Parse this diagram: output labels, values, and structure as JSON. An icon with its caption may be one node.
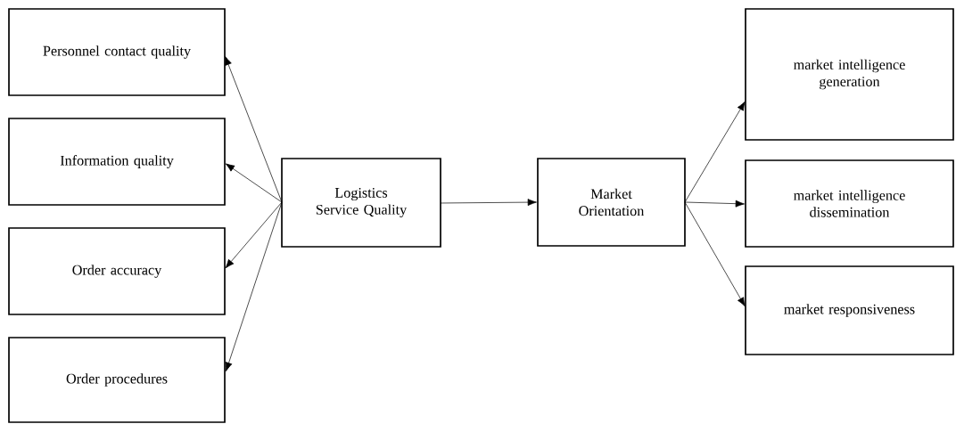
{
  "diagram": {
    "nodes": [
      {
        "text": [
          "Personnel contact quality"
        ]
      },
      {
        "text": [
          "Information quality"
        ]
      },
      {
        "text": [
          "Order accuracy"
        ]
      },
      {
        "text": [
          "Order procedures"
        ]
      },
      {
        "text": [
          "Logistics Service Quality"
        ]
      },
      {
        "text": [
          "Market Orientation"
        ]
      },
      {
        "text": [
          "market intelligence generation"
        ]
      },
      {
        "text": [
          "market intelligence dissemination"
        ]
      },
      {
        "text": [
          "market responsiveness"
        ]
      }
    ],
    "edges": [
      {
        "from": 4,
        "to": 0,
        "arrow": "to"
      },
      {
        "from": 4,
        "to": 1,
        "arrow": "to"
      },
      {
        "from": 4,
        "to": 2,
        "arrow": "to"
      },
      {
        "from": 4,
        "to": 3,
        "arrow": "to"
      },
      {
        "from": 4,
        "to": 5,
        "arrow": "to"
      },
      {
        "from": 5,
        "to": 6,
        "arrow": "to"
      },
      {
        "from": 5,
        "to": 7,
        "arrow": "to"
      },
      {
        "from": 5,
        "to": 8,
        "arrow": "to"
      }
    ]
  }
}
